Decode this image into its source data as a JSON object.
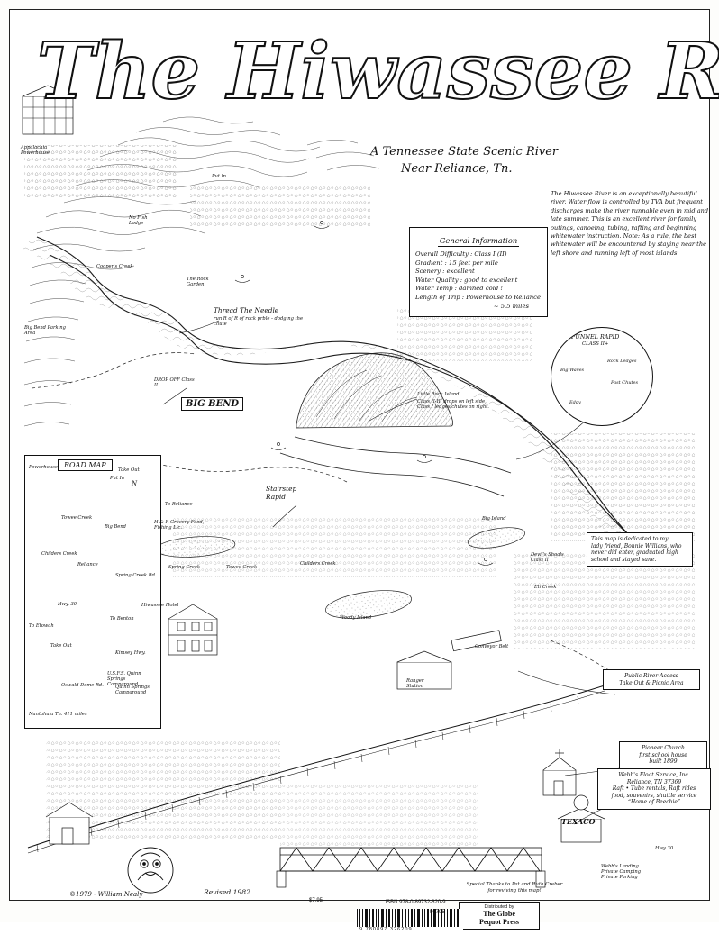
{
  "poster": {
    "title": "The Hiwassee River",
    "subtitle_line1": "A Tennessee State Scenic River",
    "subtitle_line2": "Near Reliance, Tn.",
    "copyright": "©1979 - William Nealy",
    "revised": "Revised 1982",
    "price": "$7.95",
    "isbn": "ISBN 978-0-89732-620-9",
    "barcode_number": "50795",
    "barcode_bottom": "9 780897 326209",
    "publisher_line1": "Distributed by",
    "publisher_line2": "The Globe",
    "publisher_line3": "Pequot Press",
    "thanks": "Special Thanks to Pat and Ruth Creber for reviving this map!"
  },
  "intro": {
    "paragraph": "The Hiwassee River is an exceptionally beautiful river. Water flow is controlled by TVA but frequent discharges make the river runnable even in mid and late summer. This is an excellent river for family outings, canoeing, tubing, rafting and beginning whitewater instruction. Note: As a rule, the best whitewater will be encountered by staying near the left shore and running left of most islands."
  },
  "general_information": {
    "heading": "General Information",
    "rows": [
      {
        "label": "Overall Difficulty :",
        "value": "Class I (II)"
      },
      {
        "label": "Gradient :",
        "value": "15 feet per mile"
      },
      {
        "label": "Scenery :",
        "value": "excellent"
      },
      {
        "label": "Water Quality :",
        "value": "good to excellent"
      },
      {
        "label": "Water Temp :",
        "value": "damned cold !"
      },
      {
        "label": "Length of Trip :",
        "value": "Powerhouse to Reliance"
      }
    ],
    "footnote": "~ 5.5 miles"
  },
  "inset": {
    "road_map_title": "ROAD MAP",
    "put_in": "Put In",
    "big_bend": "Big Bend",
    "compass": "N",
    "labels": [
      "Powerhouse",
      "Towee Creek",
      "Childers Creek",
      "Reliance",
      "Spring Creek Rd.",
      "Hwy. 30",
      "To Etowah",
      "To Benton",
      "Take Out",
      "Kimsey Hwy.",
      "Oswald Dome Rd.",
      "Quinn Springs Campground",
      "Big Bend Parking Area",
      "Nantahala Tn. 411 miles"
    ]
  },
  "funnel_inset": {
    "title": "FUNNEL RAPID",
    "class": "CLASS II+",
    "notes": [
      "Big Waves",
      "Rock Ledges",
      "Fast Chutes",
      "Eddy"
    ]
  },
  "map_labels": [
    {
      "id": "powerhouse",
      "text": "Appalachia Powerhouse"
    },
    {
      "id": "put-in",
      "text": "Put In"
    },
    {
      "id": "coopers-creek",
      "text": "Cooper's Creek"
    },
    {
      "id": "no-fish-lodge",
      "text": "No Fish Lodge"
    },
    {
      "id": "rock-garden",
      "text": "The Rock Garden"
    },
    {
      "id": "thread-the-needle",
      "text": "Thread The Needle"
    },
    {
      "id": "thread-note",
      "text": "run R of R of rock prble - dodging the chute"
    },
    {
      "id": "big-bend-parking",
      "text": "Big Bend Parking Area"
    },
    {
      "id": "drop-off",
      "text": "DROP OFF Class II"
    },
    {
      "id": "big-bend",
      "text": "BIG BEND"
    },
    {
      "id": "little-rock-island",
      "text": "Little Rock Island"
    },
    {
      "id": "little-rock-island-note",
      "text": "Class II-III drops on left side, Class I ledges/chutes on right."
    },
    {
      "id": "stairstep",
      "text": "Stairstep Rapid"
    },
    {
      "id": "big-island",
      "text": "Big Island"
    },
    {
      "id": "woody-island",
      "text": "Woody Island"
    },
    {
      "id": "devils-shoals",
      "text": "Devil's Shoals Class II"
    },
    {
      "id": "eli-creek",
      "text": "Eli Creek"
    },
    {
      "id": "hr-grocery",
      "text": "H & R Grocery Food, Fishing Lic."
    },
    {
      "id": "hiwassee-hotel",
      "text": "Hiwassee Hotel"
    },
    {
      "id": "usfs",
      "text": "U.S.F.S. Quinn Springs Campground"
    },
    {
      "id": "ranger-station",
      "text": "Ranger Station"
    },
    {
      "id": "conveyor",
      "text": "Conveyor Belt"
    },
    {
      "id": "texaco",
      "text": "TEXACO"
    },
    {
      "id": "towee-creek",
      "text": "Towee Creek"
    },
    {
      "id": "childers-creek",
      "text": "Childers Creek"
    },
    {
      "id": "spring-creek",
      "text": "Spring Creek"
    },
    {
      "id": "to-reliance",
      "text": "To Reliance"
    },
    {
      "id": "take-out",
      "text": "Take Out"
    },
    {
      "id": "hwy-30",
      "text": "Hwy 30"
    }
  ],
  "callouts": [
    {
      "id": "dedication",
      "lines": [
        "This map is dedicated to my",
        "lady friend, Bonnie Willians, who",
        "never did enter, graduated high",
        "school and stayed sane."
      ]
    },
    {
      "id": "public-access",
      "lines": [
        "Public River Access",
        "Take Out & Picnic Area"
      ]
    },
    {
      "id": "pioneer-church",
      "lines": [
        "Pioneer Church",
        "first school house",
        "built 1899"
      ]
    },
    {
      "id": "webbs-float-service",
      "lines": [
        "Webb's Float Service, Inc.",
        "Reliance, TN 37369",
        "Raft • Tube rentals, Raft rides",
        "food, souvenirs, shuttle service",
        "“Home of Beechie”"
      ]
    },
    {
      "id": "webb-landing",
      "lines": [
        "Webb's Landing",
        "Private Camping",
        "Private Parking"
      ]
    }
  ]
}
